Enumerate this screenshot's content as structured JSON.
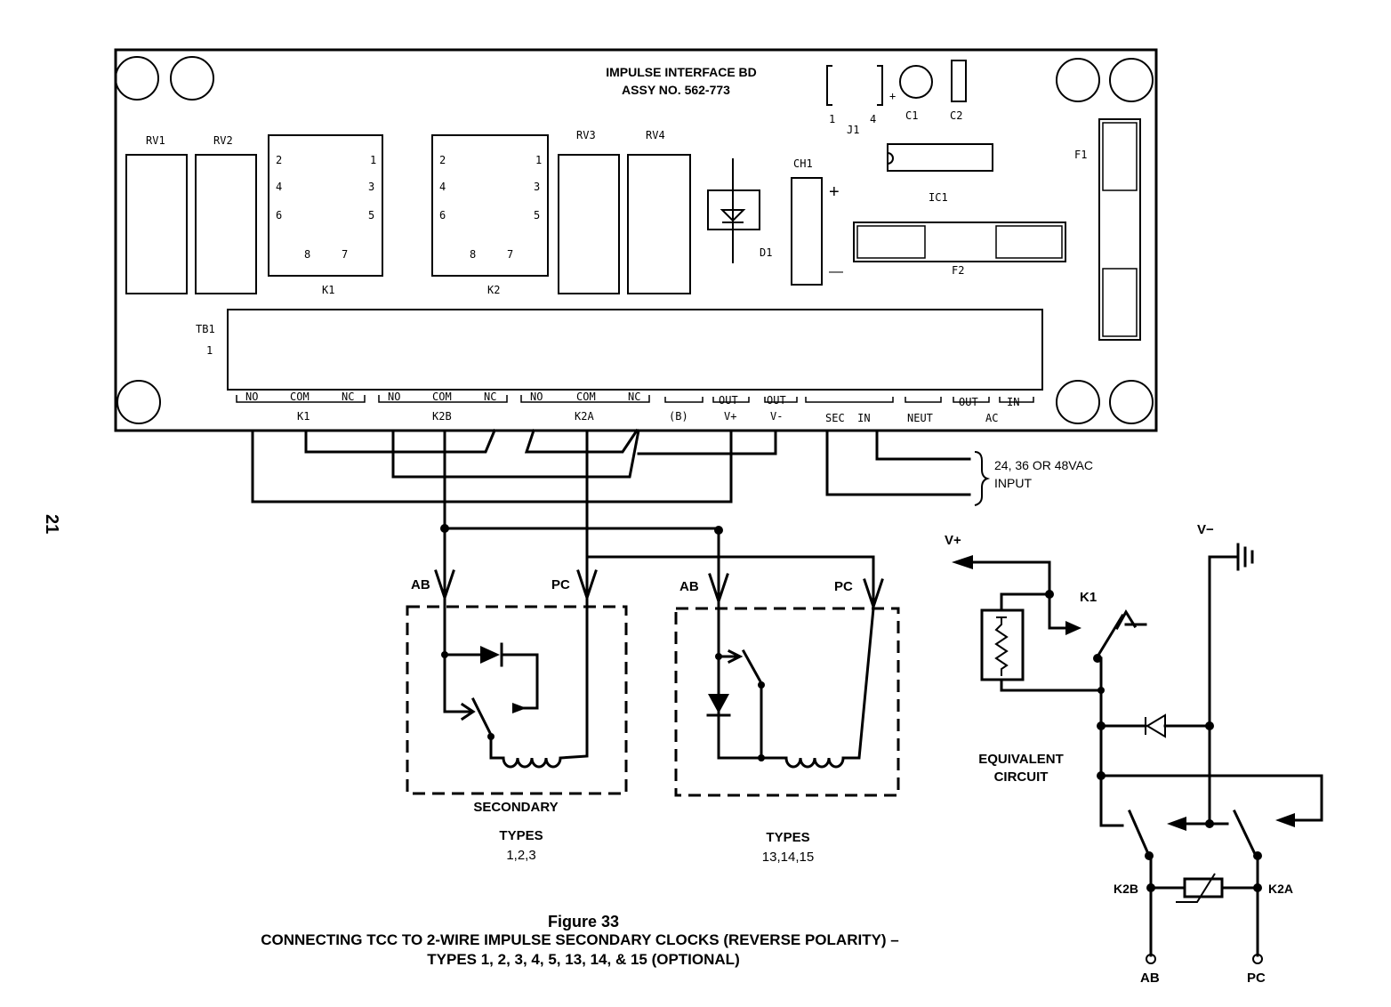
{
  "page_number": "21",
  "board": {
    "title": "IMPULSE INTERFACE BD",
    "assy": "ASSY NO. 562-773",
    "components": {
      "rv1": "RV1",
      "rv2": "RV2",
      "rv3": "RV3",
      "rv4": "RV4",
      "k1": "K1",
      "k2": "K2",
      "ch1": "CH1",
      "d1": "D1",
      "ic1": "IC1",
      "f1": "F1",
      "f2": "F2",
      "c1": "C1",
      "c2": "C2",
      "j1": "J1",
      "j1_pin1": "1",
      "j1_pin4": "4",
      "tb1": "TB1",
      "tb1_pin": "1",
      "plus": "+",
      "minus": "—",
      "relay_pins": [
        "2",
        "1",
        "4",
        "3",
        "6",
        "5",
        "8",
        "7"
      ]
    },
    "terminals": {
      "k1": {
        "no": "NO",
        "com": "COM",
        "nc": "NC",
        "label": "K1"
      },
      "k2b": {
        "no": "NO",
        "com": "COM",
        "nc": "NC",
        "label": "K2B"
      },
      "k2a": {
        "no": "NO",
        "com": "COM",
        "nc": "NC",
        "label": "K2A"
      },
      "b": "(B)",
      "vplus_out": "OUT",
      "vplus": "V+",
      "vminus_out": "OUT",
      "vminus": "V-",
      "sec_in": "SEC  IN",
      "neut": "NEUT",
      "ac_out": "OUT",
      "ac_in": "IN",
      "ac": "AC"
    }
  },
  "input": {
    "line1": "24, 36 OR 48VAC",
    "line2": "INPUT"
  },
  "secondary_123": {
    "ab": "AB",
    "pc": "PC",
    "title": "SECONDARY",
    "types_label": "TYPES",
    "types": "1,2,3"
  },
  "secondary_131415": {
    "ab": "AB",
    "pc": "PC",
    "types_label": "TYPES",
    "types": "13,14,15"
  },
  "equivalent": {
    "vplus": "V+",
    "vminus": "V−",
    "k1": "K1",
    "line1": "EQUIVALENT",
    "line2": "CIRCUIT",
    "k2b": "K2B",
    "k2a": "K2A",
    "ab": "AB",
    "pc": "PC"
  },
  "caption": {
    "figure": "Figure 33",
    "line1": "CONNECTING TCC TO 2-WIRE IMPULSE SECONDARY CLOCKS (REVERSE POLARITY) –",
    "line2": "TYPES 1, 2, 3, 4, 5, 13, 14, & 15 (OPTIONAL)"
  }
}
